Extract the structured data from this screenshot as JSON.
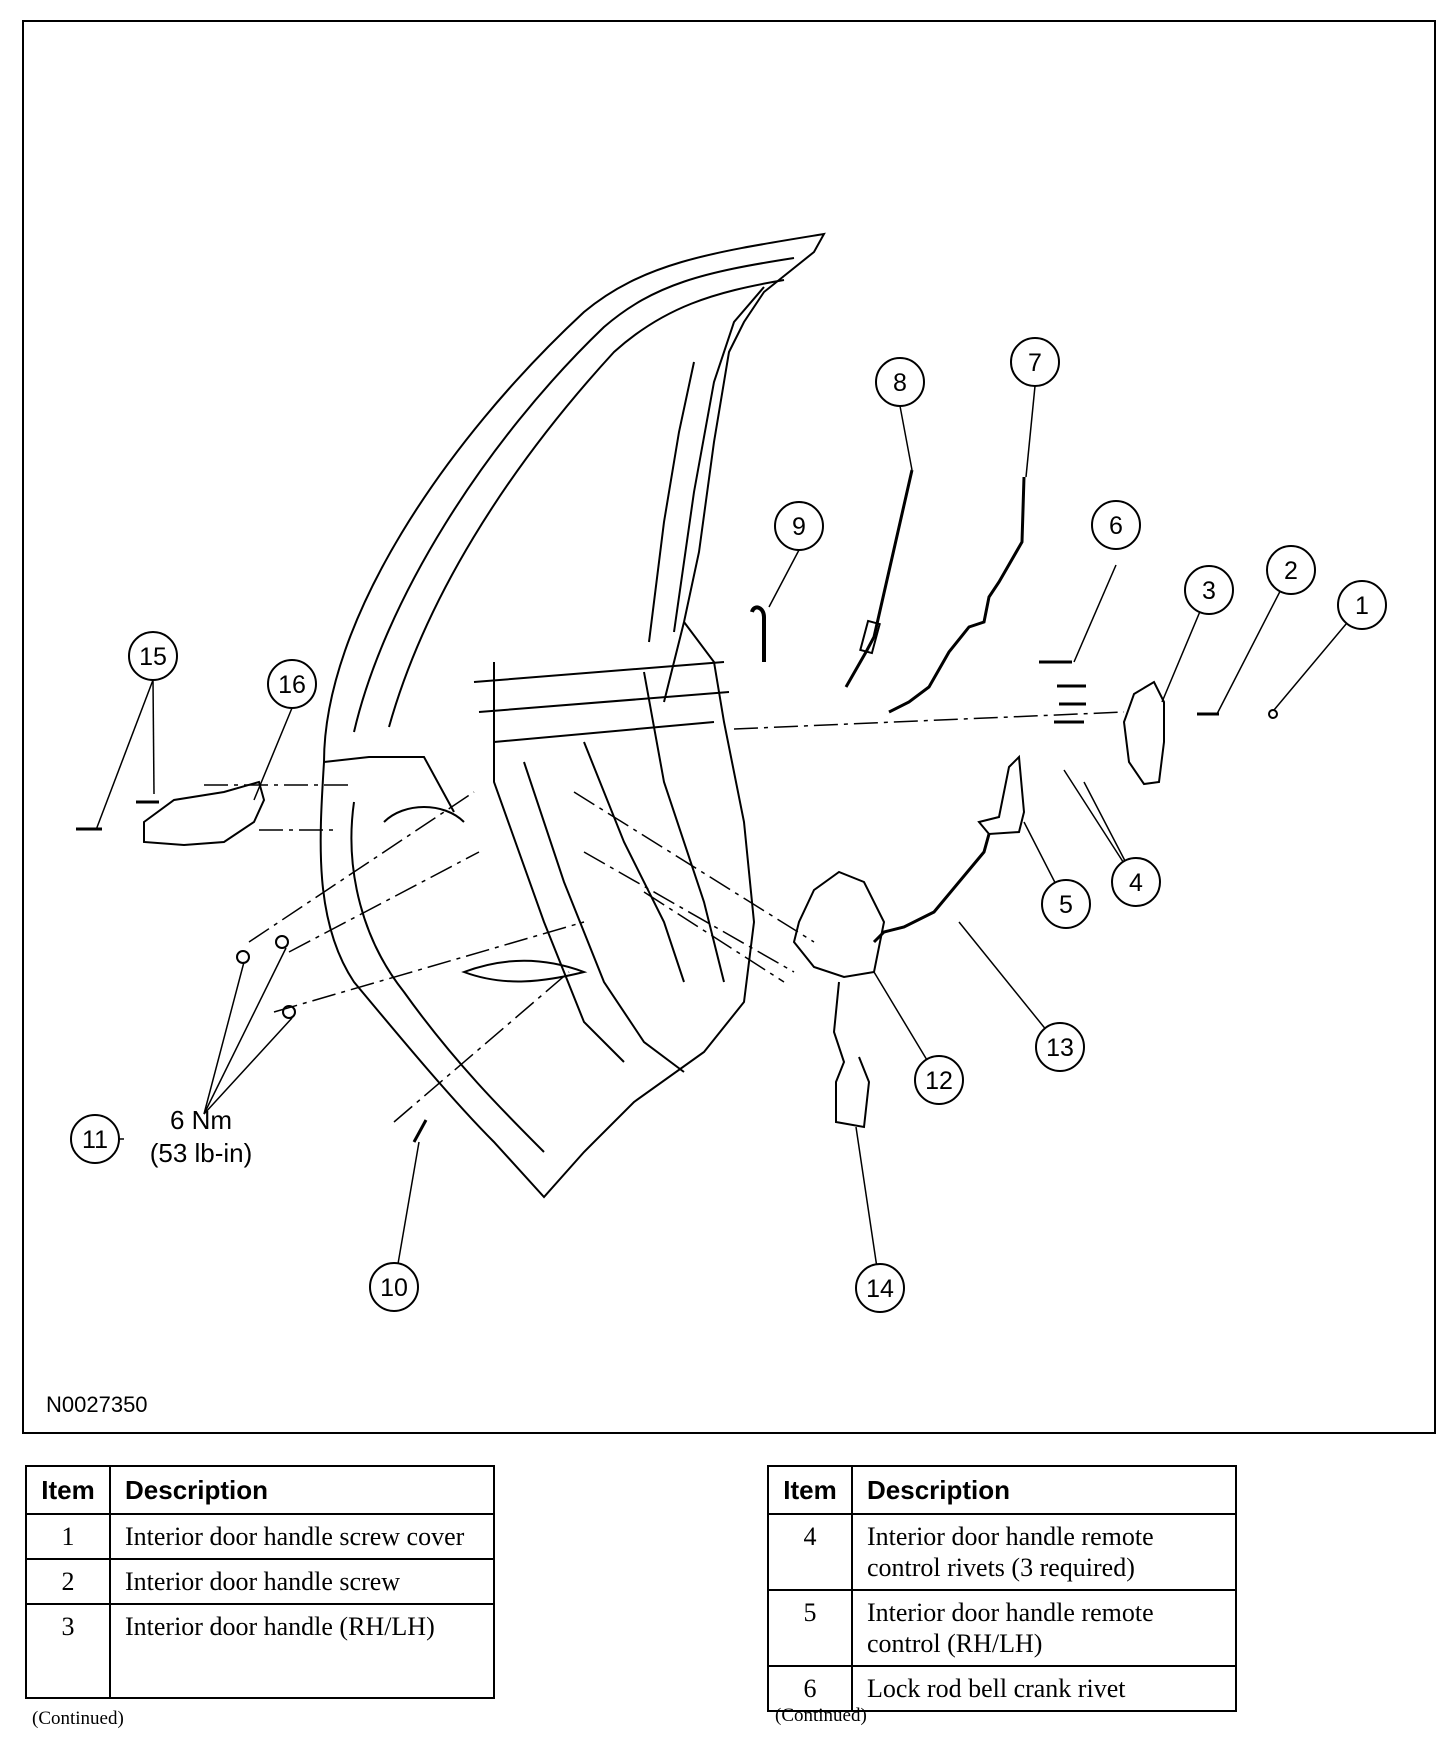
{
  "figure": {
    "id": "N0027350",
    "callouts": [
      "1",
      "2",
      "3",
      "4",
      "5",
      "6",
      "7",
      "8",
      "9",
      "10",
      "11",
      "12",
      "13",
      "14",
      "15",
      "16"
    ],
    "torque": {
      "value": "6 Nm",
      "imperial": "(53 lb-in)"
    }
  },
  "tables": [
    {
      "headers": [
        "Item",
        "Description"
      ],
      "rows": [
        {
          "item": "1",
          "description": "Interior door handle screw cover"
        },
        {
          "item": "2",
          "description": "Interior door handle screw"
        },
        {
          "item": "3",
          "description": "Interior door handle (RH/LH)"
        }
      ],
      "footer": "(Continued)"
    },
    {
      "headers": [
        "Item",
        "Description"
      ],
      "rows": [
        {
          "item": "4",
          "description": "Interior door handle remote control rivets (3 required)"
        },
        {
          "item": "5",
          "description": "Interior door handle remote control (RH/LH)"
        },
        {
          "item": "6",
          "description": "Lock rod bell crank rivet"
        }
      ],
      "footer": "(Continued)"
    }
  ]
}
